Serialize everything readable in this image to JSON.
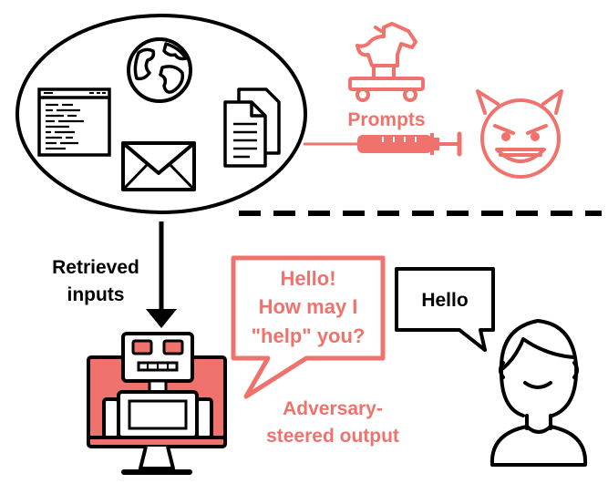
{
  "colors": {
    "accent": "#f0726d",
    "ink": "#000000",
    "background": "#ffffff"
  },
  "icons": {
    "source_pool": [
      "terminal-window-icon",
      "globe-icon",
      "documents-icon",
      "envelope-icon"
    ],
    "attack": [
      "trojan-horse-icon",
      "syringe-icon",
      "devil-face-icon"
    ],
    "system": [
      "robot-monitor-icon"
    ],
    "user": [
      "user-icon"
    ]
  },
  "labels": {
    "prompts": "Prompts",
    "retrieved_line1": "Retrieved",
    "retrieved_line2": "inputs",
    "assistant_bubble_line1": "Hello!",
    "assistant_bubble_line2": "How may I",
    "assistant_bubble_line3": "\"help\" you?",
    "adversary_line1": "Adversary-",
    "adversary_line2": "steered output",
    "user_bubble": "Hello"
  }
}
